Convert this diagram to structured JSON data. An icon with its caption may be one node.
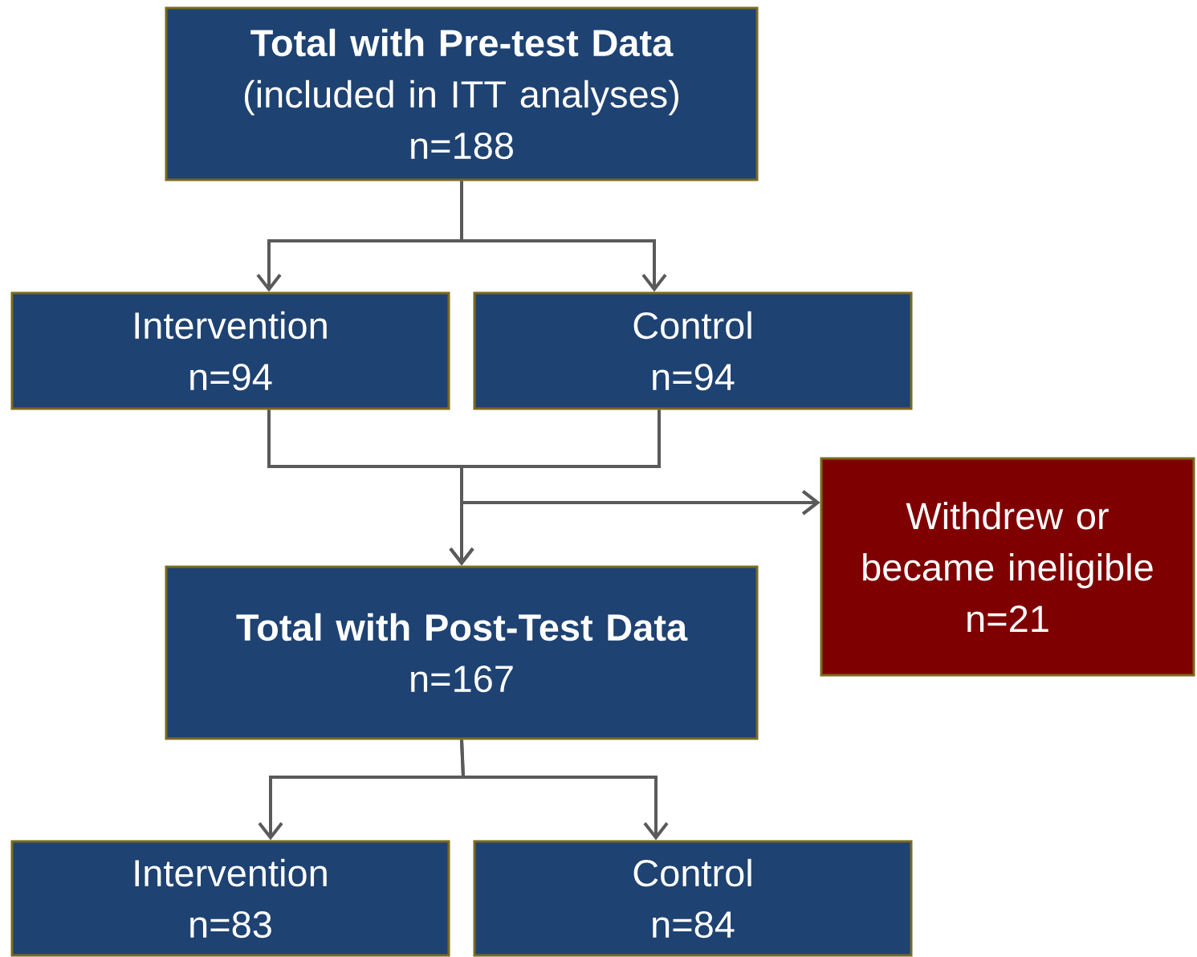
{
  "diagram": {
    "nodes": [
      {
        "text": [
          "Total with Pre-test Data",
          "(included in ITT analyses)",
          "n=188"
        ]
      },
      {
        "text": [
          "Intervention",
          "n=94"
        ]
      },
      {
        "text": [
          "Control",
          "n=94"
        ]
      },
      {
        "text": [
          "Withdrew or became ineligible",
          "n=21"
        ]
      },
      {
        "text": [
          "Total with Post-Test Data",
          "n=167"
        ]
      },
      {
        "text": [
          "Intervention",
          "n=83"
        ]
      },
      {
        "text": [
          "Control",
          "n=84"
        ]
      }
    ],
    "edges": [
      {
        "from": 0,
        "to": 1,
        "arrow": "to"
      },
      {
        "from": 0,
        "to": 2,
        "arrow": "to"
      },
      {
        "from": 1,
        "to": 4,
        "arrow": "to"
      },
      {
        "from": 2,
        "to": 4,
        "arrow": "to"
      },
      {
        "from": 1,
        "to": 3,
        "arrow": "to"
      },
      {
        "from": 2,
        "to": 3,
        "arrow": "to"
      },
      {
        "from": 4,
        "to": 5,
        "arrow": "to"
      },
      {
        "from": 4,
        "to": 6,
        "arrow": "to"
      }
    ]
  }
}
